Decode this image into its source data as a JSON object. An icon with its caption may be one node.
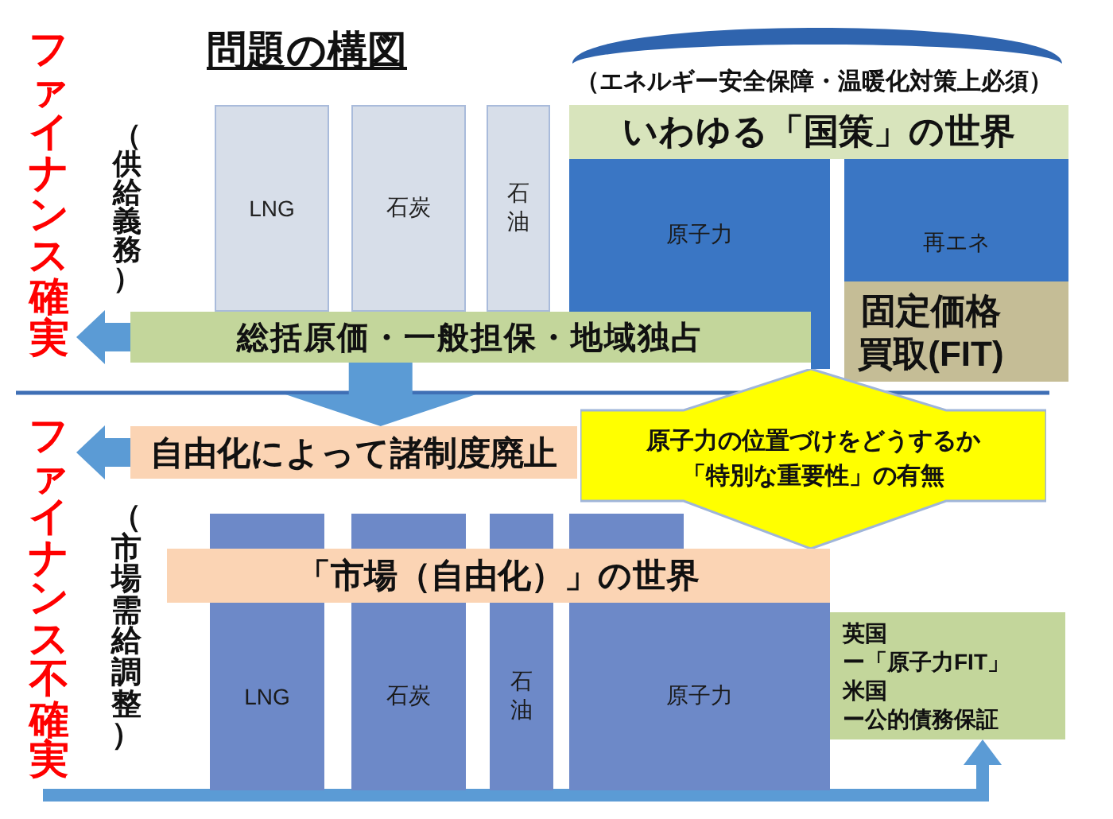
{
  "diagram": {
    "title": "問題の構図",
    "nodes": [
      {
        "text": [
          "ファイナンス確実"
        ]
      },
      {
        "text": [
          "LNG"
        ]
      },
      {
        "text": [
          "石炭"
        ]
      },
      {
        "text": [
          "石油"
        ]
      },
      {
        "text": [
          "原子力"
        ]
      },
      {
        "text": [
          "再エネ"
        ]
      },
      {
        "text": [
          "いわゆる「国策」の世界"
        ]
      },
      {
        "text": [
          "固定価格買取(FIT)"
        ],
        "in": 5
      },
      {
        "text": [
          "総括原価・一般担保・地域独占"
        ]
      },
      {
        "text": [
          "ファイナンス不確実"
        ]
      },
      {
        "text": [
          "自由化によって諸制度廃止"
        ]
      },
      {
        "text": [
          "原子力の位置づけをどうするか",
          "「特別な重要性」の有無"
        ]
      },
      {
        "text": [
          "LNG"
        ]
      },
      {
        "text": [
          "石炭"
        ]
      },
      {
        "text": [
          "石油"
        ]
      },
      {
        "text": [
          "原子力"
        ]
      },
      {
        "text": [
          "「市場（自由化）」の世界"
        ]
      },
      {
        "text": [
          "英国",
          "ー「原子力FIT」",
          "米国",
          "ー公的債務保証"
        ]
      }
    ],
    "edges": [
      {
        "from": 8,
        "to": 0,
        "arrow": "to"
      },
      {
        "from": 10,
        "to": 9,
        "arrow": "to"
      },
      {
        "from": 8,
        "to": 10,
        "arrow": "to",
        "style": "thick"
      },
      {
        "from": 9,
        "to": 17,
        "arrow": "to"
      }
    ],
    "labels": [
      "（エネルギー安全保障・温暖化対策上必須）",
      "（供給義務）",
      "（市場需給調整）"
    ]
  }
}
